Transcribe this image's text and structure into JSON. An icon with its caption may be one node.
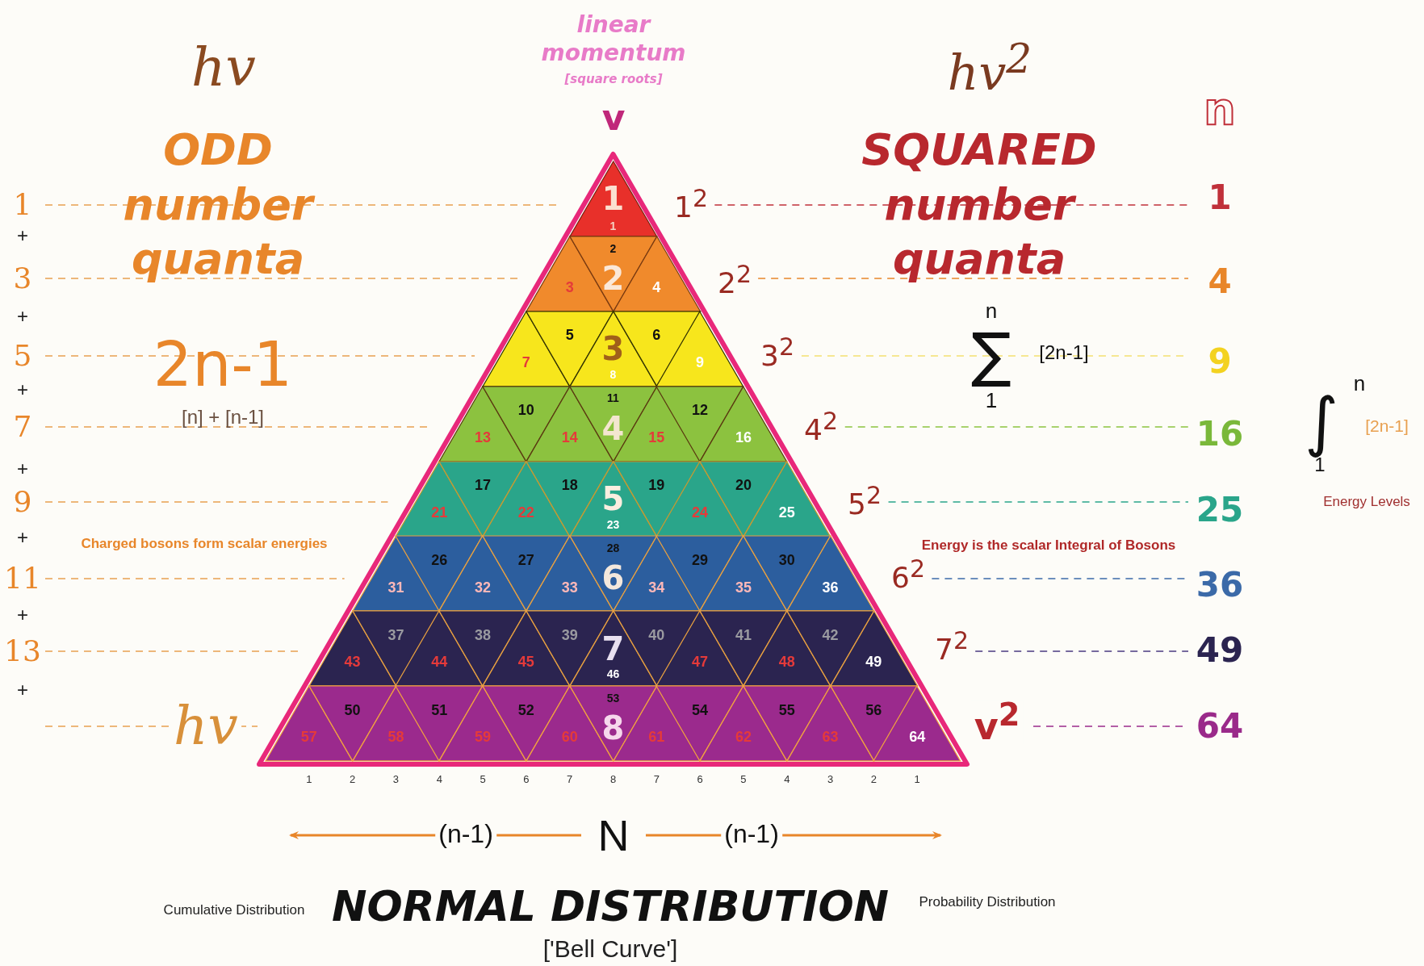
{
  "diagram": {
    "title": "NORMAL DISTRIBUTION",
    "nodes": [
      {
        "text": [],
        "shape": "triangle"
      },
      {
        "text": [
          "1",
          "1"
        ],
        "in": 0
      },
      {
        "text": [
          "3"
        ],
        "in": 0
      },
      {
        "text": [
          "2",
          "2"
        ],
        "in": 0
      },
      {
        "text": [
          "4"
        ],
        "in": 0
      },
      {
        "text": [
          "7"
        ],
        "in": 0
      },
      {
        "text": [
          "5"
        ],
        "in": 0
      },
      {
        "text": [
          "3",
          "8"
        ],
        "in": 0
      },
      {
        "text": [
          "6"
        ],
        "in": 0
      },
      {
        "text": [
          "9"
        ],
        "in": 0
      },
      {
        "text": [
          "13"
        ],
        "in": 0
      },
      {
        "text": [
          "10"
        ],
        "in": 0
      },
      {
        "text": [
          "14"
        ],
        "in": 0
      },
      {
        "text": [
          "11",
          "4"
        ],
        "in": 0
      },
      {
        "text": [
          "15"
        ],
        "in": 0
      },
      {
        "text": [
          "12"
        ],
        "in": 0
      },
      {
        "text": [
          "16"
        ],
        "in": 0
      },
      {
        "text": [
          "21"
        ],
        "in": 0
      },
      {
        "text": [
          "17"
        ],
        "in": 0
      },
      {
        "text": [
          "22"
        ],
        "in": 0
      },
      {
        "text": [
          "18"
        ],
        "in": 0
      },
      {
        "text": [
          "5",
          "23"
        ],
        "in": 0
      },
      {
        "text": [
          "19"
        ],
        "in": 0
      },
      {
        "text": [
          "24"
        ],
        "in": 0
      },
      {
        "text": [
          "20"
        ],
        "in": 0
      },
      {
        "text": [
          "25"
        ],
        "in": 0
      },
      {
        "text": [
          "31"
        ],
        "in": 0
      },
      {
        "text": [
          "26"
        ],
        "in": 0
      },
      {
        "text": [
          "32"
        ],
        "in": 0
      },
      {
        "text": [
          "27"
        ],
        "in": 0
      },
      {
        "text": [
          "33"
        ],
        "in": 0
      },
      {
        "text": [
          "28",
          "6"
        ],
        "in": 0
      },
      {
        "text": [
          "34"
        ],
        "in": 0
      },
      {
        "text": [
          "29"
        ],
        "in": 0
      },
      {
        "text": [
          "35"
        ],
        "in": 0
      },
      {
        "text": [
          "30"
        ],
        "in": 0
      },
      {
        "text": [
          "36"
        ],
        "in": 0
      },
      {
        "text": [
          "43"
        ],
        "in": 0
      },
      {
        "text": [
          "37"
        ],
        "in": 0
      },
      {
        "text": [
          "44"
        ],
        "in": 0
      },
      {
        "text": [
          "38"
        ],
        "in": 0
      },
      {
        "text": [
          "45"
        ],
        "in": 0
      },
      {
        "text": [
          "39"
        ],
        "in": 0
      },
      {
        "text": [
          "7",
          "46"
        ],
        "in": 0
      },
      {
        "text": [
          "40"
        ],
        "in": 0
      },
      {
        "text": [
          "47"
        ],
        "in": 0
      },
      {
        "text": [
          "41"
        ],
        "in": 0
      },
      {
        "text": [
          "48"
        ],
        "in": 0
      },
      {
        "text": [
          "42"
        ],
        "in": 0
      },
      {
        "text": [
          "49"
        ],
        "in": 0
      },
      {
        "text": [
          "57"
        ],
        "in": 0
      },
      {
        "text": [
          "50"
        ],
        "in": 0
      },
      {
        "text": [
          "58"
        ],
        "in": 0
      },
      {
        "text": [
          "51"
        ],
        "in": 0
      },
      {
        "text": [
          "59"
        ],
        "in": 0
      },
      {
        "text": [
          "52"
        ],
        "in": 0
      },
      {
        "text": [
          "60"
        ],
        "in": 0
      },
      {
        "text": [
          "53",
          "8"
        ],
        "in": 0
      },
      {
        "text": [
          "61"
        ],
        "in": 0
      },
      {
        "text": [
          "54"
        ],
        "in": 0
      },
      {
        "text": [
          "62"
        ],
        "in": 0
      },
      {
        "text": [
          "55"
        ],
        "in": 0
      },
      {
        "text": [
          "63"
        ],
        "in": 0
      },
      {
        "text": [
          "56"
        ],
        "in": 0
      },
      {
        "text": [
          "64"
        ],
        "in": 0
      }
    ],
    "labels": [
      "linear momentum",
      "[square roots]",
      "hv",
      "hv$^{2}$",
      "v",
      "n",
      "ODD number quanta",
      "SQUARED number quanta",
      "1",
      "+",
      "3",
      "+",
      "5",
      "+",
      "7",
      "+",
      "9",
      "+",
      "11",
      "+",
      "13",
      "+",
      "2n-1",
      "[n] + [n-1]",
      "1$^{2}$",
      "2$^{2}$",
      "3$^{2}$",
      "4$^{2}$",
      "5$^{2}$",
      "6$^{2}$",
      "7$^{2}$",
      "1",
      "4",
      "9",
      "16",
      "25",
      "36",
      "49",
      "64",
      "n",
      "∑",
      "1",
      "[2n-1]",
      "n",
      "∫",
      "1",
      "[2n-1]",
      "Energy Levels",
      "Charged bosons form scalar energies",
      "Energy is the scalar Integral of Bosons",
      "hv",
      "v$^{2}$",
      "1",
      "2",
      "3",
      "4",
      "5",
      "6",
      "7",
      "8",
      "7",
      "6",
      "5",
      "4",
      "3",
      "2",
      "1",
      "(n-1)",
      "N",
      "(n-1)",
      "Cumulative Distribution",
      "['Bell Curve']",
      "Probability Distribution"
    ]
  }
}
